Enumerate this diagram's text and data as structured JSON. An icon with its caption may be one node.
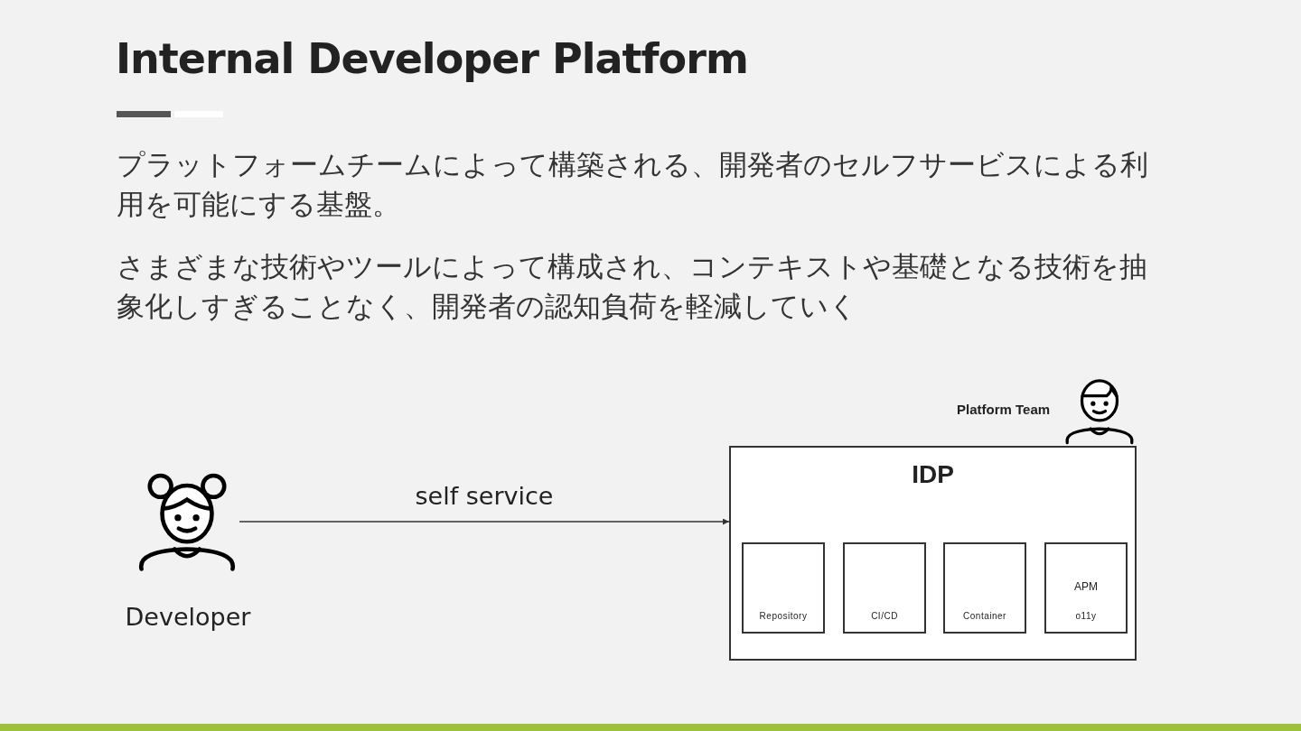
{
  "diagram": {
    "title": "Internal Developer Platform",
    "nodes": [
      {
        "text": [
          "Developer"
        ]
      },
      {
        "text": [
          "Platform Team"
        ]
      },
      {
        "text": [
          "IDP"
        ]
      },
      {
        "text": [
          "Repository"
        ],
        "in": 2
      },
      {
        "text": [
          "CI/CD"
        ],
        "in": 2
      },
      {
        "text": [
          "Container"
        ],
        "in": 2
      },
      {
        "text": [
          "APM",
          "o11y"
        ],
        "in": 2
      }
    ],
    "edges": [
      {
        "from": 0,
        "to": 2,
        "arrow": "to",
        "label": "self service"
      }
    ],
    "labels": [
      "プラットフォームチームによって構築される、開発者のセルフサービスによる利用を可能にする基盤。",
      "さまざまな技術やツールによって構成され、コンテキストや基礎となる技術を抽象化しすぎることなく、開発者の認知負荷を軽減していく"
    ]
  }
}
